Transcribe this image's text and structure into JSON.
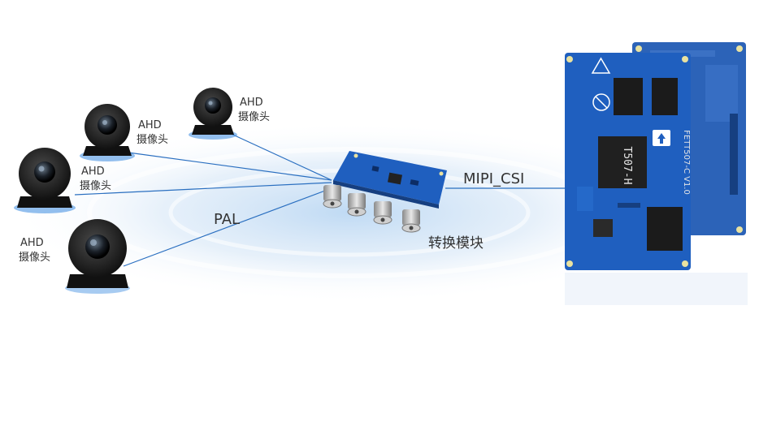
{
  "cameras": [
    {
      "label_line1": "AHD",
      "label_line2": "摄像头"
    },
    {
      "label_line1": "AHD",
      "label_line2": "摄像头"
    },
    {
      "label_line1": "AHD",
      "label_line2": "摄像头"
    },
    {
      "label_line1": "AHD",
      "label_line2": "摄像头"
    }
  ],
  "link_labels": {
    "pal": "PAL",
    "mipi": "MIPI_CSI"
  },
  "converter": {
    "label": "转换模块"
  },
  "board": {
    "chip_label": "T507-H",
    "board_text": "FETT507-C V1.0"
  },
  "colors": {
    "board_blue": "#1f5fbf",
    "line_blue": "#2a6fc0",
    "glow_blue": "#cfe3f7"
  }
}
